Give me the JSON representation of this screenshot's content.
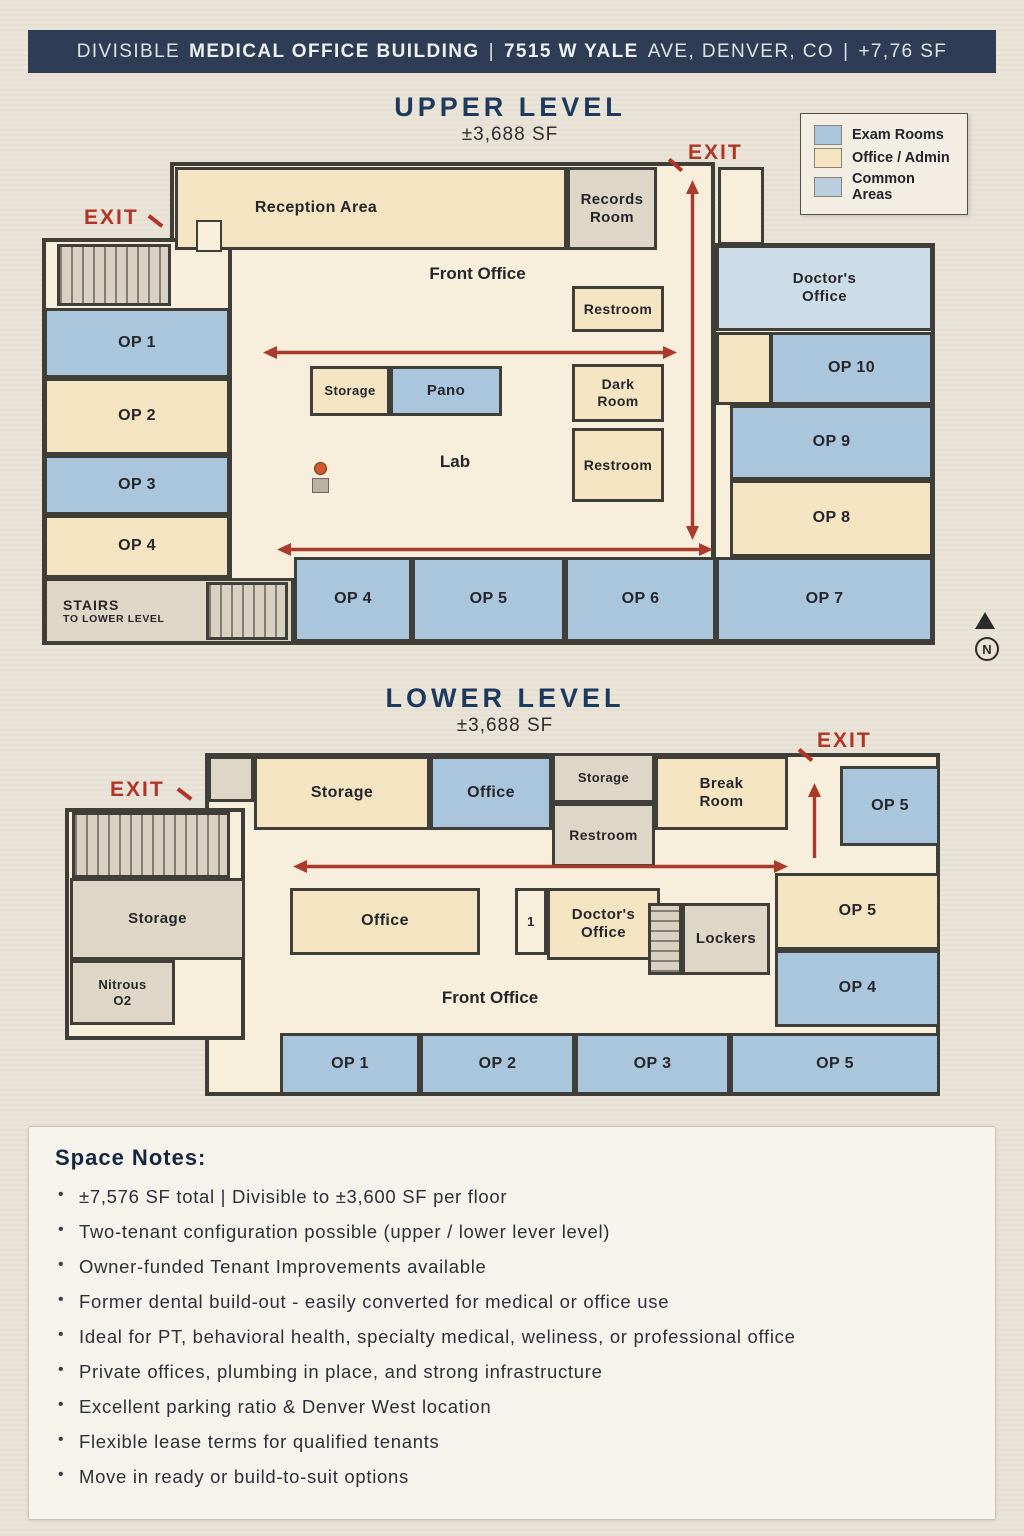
{
  "header": {
    "prefix": "DIVISIBLE",
    "building": "MEDICAL OFFICE BUILDING",
    "sep1": "|",
    "address_bold": "7515 W YALE",
    "address_rest": "AVE, DENVER, CO",
    "sep2": "|",
    "size": "+7,76 SF"
  },
  "legend": {
    "items": [
      {
        "label": "Exam Rooms",
        "color": "#a9c6dd"
      },
      {
        "label": "Office / Admin",
        "color": "#f4e4c1"
      },
      {
        "label": "Common Areas",
        "color": "#b9cede"
      }
    ]
  },
  "upper": {
    "title": "UPPER LEVEL",
    "area": "±3,688 SF",
    "exit_label": "EXIT",
    "rooms": {
      "reception": "Reception Area",
      "records": "Records Room",
      "front_office": "Front Office",
      "restroom": "Restroom",
      "doctors_office": "Doctor's Office",
      "storage": "Storage",
      "pano": "Pano",
      "dark_room": "Dark Room",
      "lab": "Lab",
      "op1": "OP 1",
      "op2": "OP 2",
      "op3": "OP 3",
      "op4": "OP 4",
      "op5": "OP 5",
      "op6": "OP 6",
      "op7": "OP 7",
      "op8": "OP 8",
      "op9": "OP 9",
      "op10": "OP 10",
      "stairs_line1": "STAIRS",
      "stairs_line2": "TO LOWER LEVEL"
    }
  },
  "lower": {
    "title": "LOWER LEVEL",
    "area": "±3,688 SF",
    "exit_label": "EXIT",
    "rooms": {
      "storage": "Storage",
      "office": "Office",
      "break_room": "Break Room",
      "restroom": "Restroom",
      "doctors_office": "Doctor's Office",
      "lockers": "Lockers",
      "room1": "1",
      "nitrous": "Nitrous O2",
      "front_office": "Front Office",
      "op1": "OP 1",
      "op2": "OP 2",
      "op3": "OP 3",
      "op4": "OP 4",
      "op5": "OP 5"
    }
  },
  "compass": {
    "label": "N"
  },
  "notes": {
    "heading": "Space Notes:",
    "items": [
      "±7,576 SF total | Divisible to ±3,600 SF per floor",
      "Two-tenant configuration possible (upper / lower lever  level)",
      "Owner-funded Tenant Improvements available",
      "Former dental build-out - easily converted for medical or office use",
      "Ideal for PT, behavioral health, specialty medical, weliness, or professional office",
      "Private offices, plumbing in place, and strong infrastructure",
      "Excellent parking ratio & Denver West location",
      "Flexible lease terms for qualified tenants",
      "Move in ready or build-to-suit options"
    ]
  }
}
